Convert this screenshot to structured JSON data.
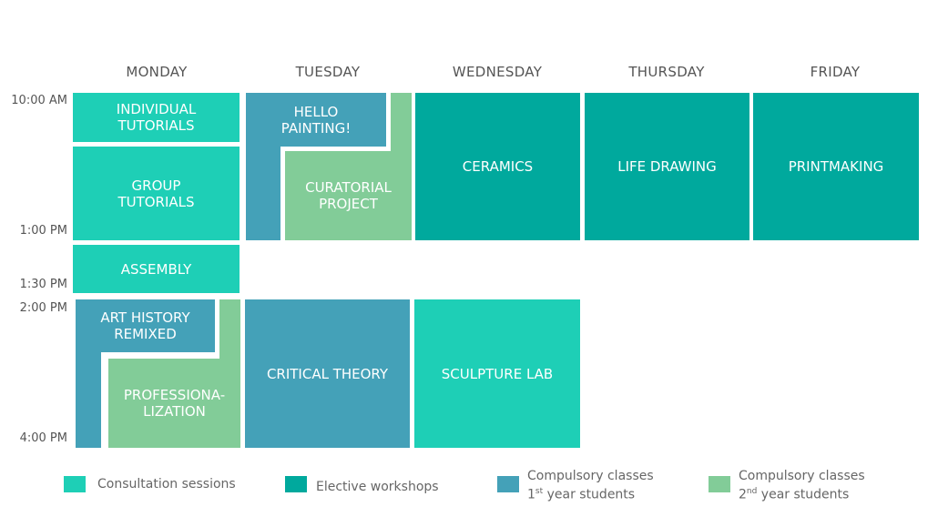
{
  "days": [
    "MONDAY",
    "TUESDAY",
    "WEDNESDAY",
    "THURSDAY",
    "FRIDAY"
  ],
  "times": [
    "10:00 AM",
    "1:00 PM",
    "1:30 PM",
    "2:00 PM",
    "4:00 PM"
  ],
  "blocks": {
    "individual_tutorials": "INDIVIDUAL TUTORIALS",
    "group_tutorials": "GROUP TUTORIALS",
    "assembly": "ASSEMBLY",
    "hello_painting": "HELLO PAINTING!",
    "curatorial_project": "CURATORIAL PROJECT",
    "ceramics": "CERAMICS",
    "life_drawing": "LIFE DRAWING",
    "printmaking": "PRINTMAKING",
    "art_history": "ART HISTORY REMIXED",
    "professionalization": "PROFESSIONA-LIZATION",
    "critical_theory": "CRITICAL THEORY",
    "sculpture_lab": "SCULPTURE LAB"
  },
  "legend": {
    "consultation": "Consultation sessions",
    "elective": "Elective workshops",
    "compulsory1_line1": "Compulsory classes",
    "compulsory1_line2": "1st year students",
    "compulsory2_line1": "Compulsory classes",
    "compulsory2_line2": "2nd year students"
  },
  "colors": {
    "consultation": "#1ecfb6",
    "elective": "#00a99d",
    "compulsory_1st_year": "#44a1b8",
    "compulsory_2nd_year": "#82cc98"
  }
}
